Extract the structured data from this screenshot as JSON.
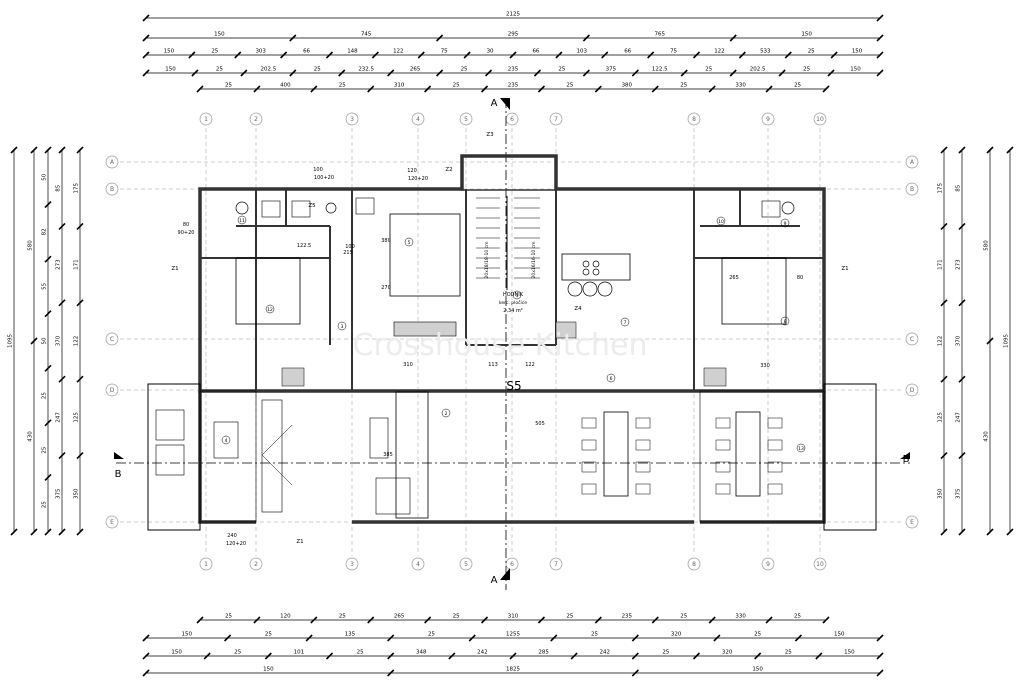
{
  "top_dims": {
    "row1": [
      "2125"
    ],
    "row2": [
      "150",
      "745",
      "295",
      "765",
      "150"
    ],
    "row3": [
      "150",
      "25",
      "303",
      "66",
      "148",
      "122",
      "75",
      "30",
      "66",
      "103",
      "66",
      "75",
      "122",
      "533",
      "25",
      "150"
    ],
    "row4": [
      "150",
      "25",
      "202.5",
      "25",
      "232.5",
      "265",
      "25",
      "235",
      "25",
      "375",
      "122.5",
      "25",
      "202.5",
      "25",
      "150"
    ],
    "row5": [
      "25",
      "400",
      "25",
      "310",
      "25",
      "235",
      "25",
      "380",
      "25",
      "330",
      "25"
    ]
  },
  "bottom_dims": {
    "row1": [
      "25",
      "120",
      "25",
      "265",
      "25",
      "310",
      "25",
      "235",
      "25",
      "330",
      "25"
    ],
    "row2": [
      "150",
      "25",
      "135",
      "25",
      "1255",
      "25",
      "320",
      "25",
      "150"
    ],
    "row3": [
      "150",
      "25",
      "101",
      "25",
      "348",
      "242",
      "285",
      "242",
      "25",
      "320",
      "25",
      "150"
    ],
    "row4": [
      "150",
      "1825",
      "150"
    ]
  },
  "left_dims": {
    "outer": [
      "1095"
    ],
    "col2": [
      "580",
      "430"
    ],
    "col3": [
      "85",
      "273",
      "370",
      "247",
      "375"
    ],
    "col4": [
      "175",
      "171",
      "122",
      "125",
      "350"
    ],
    "col5": [
      "50",
      "82",
      "55",
      "50",
      "25",
      "25",
      "25"
    ]
  },
  "right_dims": {
    "outer": [
      "1095"
    ],
    "col2": [
      "580",
      "430"
    ],
    "col3": [
      "85",
      "273",
      "370",
      "247",
      "375"
    ],
    "col4": [
      "175",
      "171",
      "122",
      "125",
      "350"
    ]
  },
  "grid_columns": [
    "1",
    "2",
    "3",
    "4",
    "5",
    "6",
    "7",
    "8",
    "9",
    "10"
  ],
  "grid_rows": [
    "A",
    "B",
    "C",
    "D",
    "E"
  ],
  "section_marks": {
    "a_top": "A",
    "a_bottom": "A",
    "b_left": "B",
    "b_right": "B",
    "center": "S5"
  },
  "room_numbers": [
    "1",
    "2",
    "3",
    "4",
    "5",
    "6",
    "7",
    "8",
    "9",
    "10",
    "11",
    "12",
    "13"
  ],
  "labels": {
    "hodnik": "HODNIK",
    "hodnik_sub": "kerc. pločice",
    "hodnik_area": "2,34 m²",
    "stair1": "20x18/18-10 cm",
    "stair2": "20x16/16-10 cm",
    "watermark": "Crosshouse Kitchen",
    "door_tags": [
      "Z1",
      "Z2",
      "Z3",
      "Z4",
      "Z5",
      "Z1",
      "Z1"
    ],
    "dim_notes": [
      "80",
      "90+20",
      "120",
      "120+20",
      "240",
      "120+20",
      "100",
      "100+20",
      "215",
      "385",
      "505",
      "380",
      "270",
      "122.5",
      "100",
      "265",
      "80",
      "310",
      "113",
      "122",
      "330"
    ]
  },
  "colors": {
    "line": "#000000",
    "grid": "#9a9a9a",
    "wall": "#333333",
    "fill": "#d0d0d0"
  }
}
